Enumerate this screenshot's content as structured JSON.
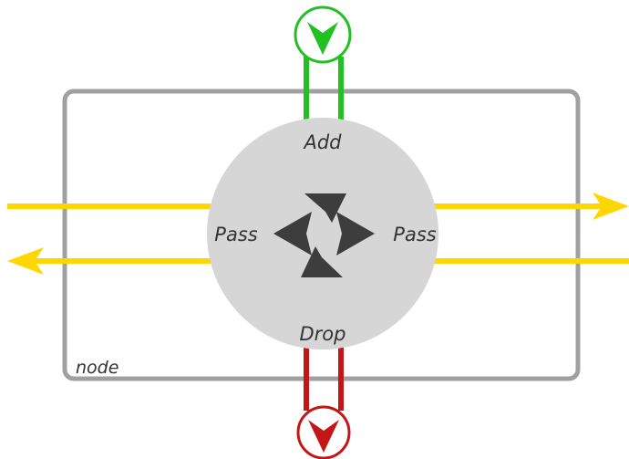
{
  "node": {
    "label": "node"
  },
  "center": {
    "top_label": "Add",
    "bottom_label": "Drop",
    "left_label": "Pass",
    "right_label": "Pass"
  },
  "colors": {
    "pass": "#ffd700",
    "add": "#22c022",
    "drop": "#c41616",
    "node_border": "#a0a0a0",
    "circle": "#d6d6d6",
    "arrows": "#3d3d3d"
  },
  "icons": {
    "add": "chevron-down-icon",
    "drop": "chevron-down-icon",
    "center": "four-way-arrows-icon"
  }
}
